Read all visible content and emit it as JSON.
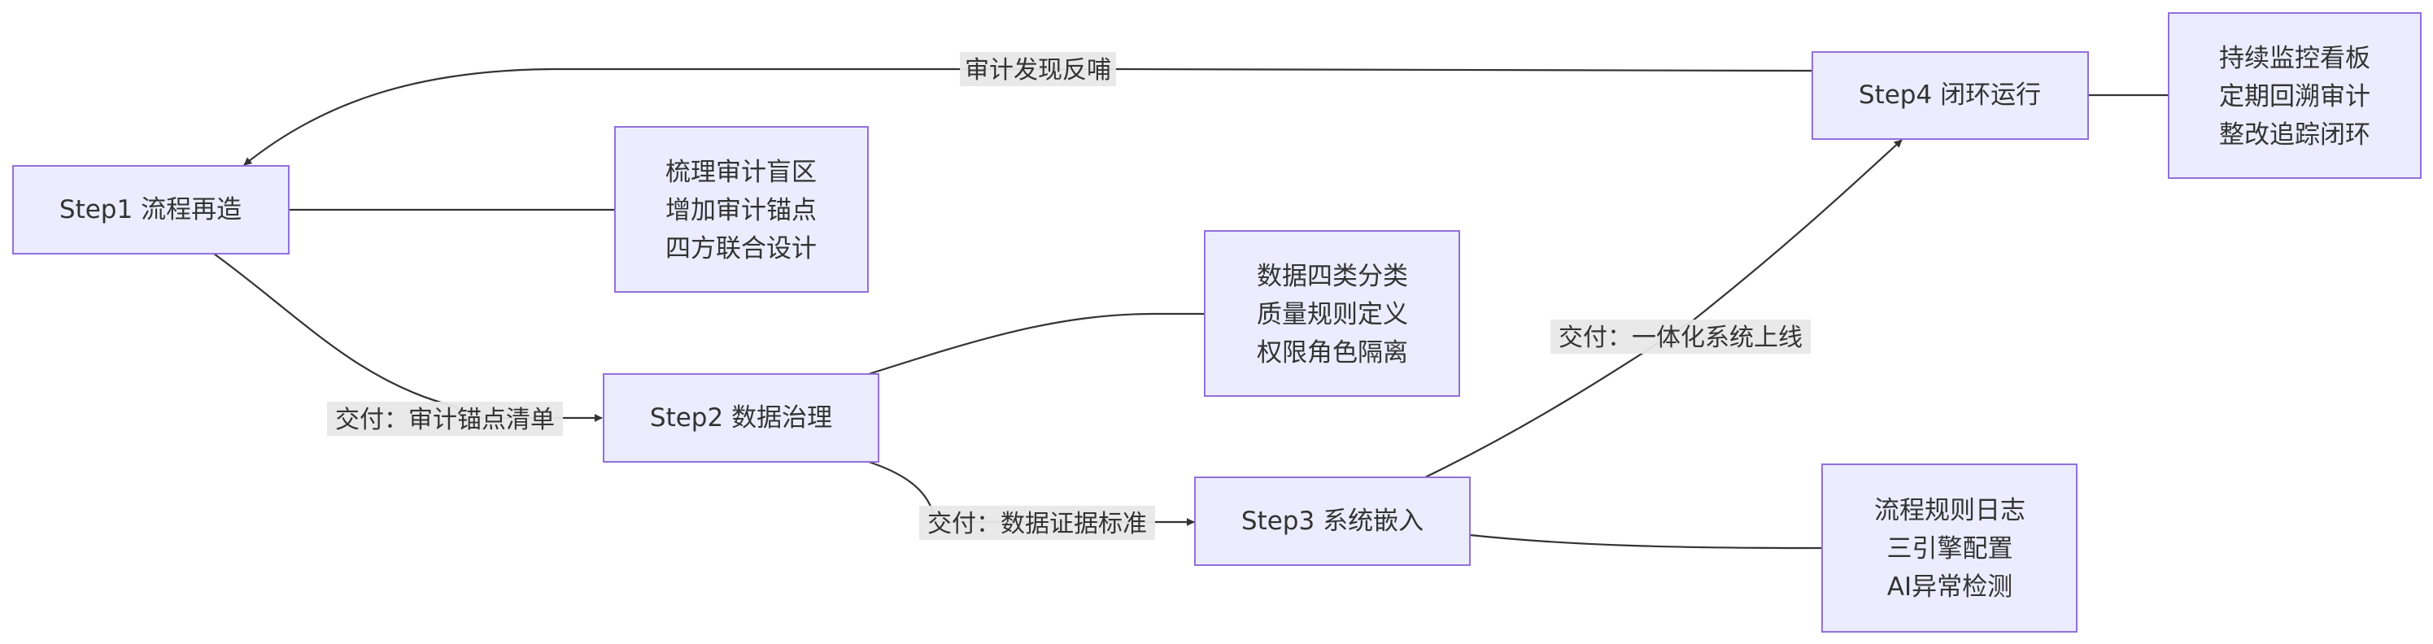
{
  "nodes": {
    "step1": {
      "label": "Step1 流程再造"
    },
    "step2": {
      "label": "Step2 数据治理"
    },
    "step3": {
      "label": "Step3 系统嵌入"
    },
    "step4": {
      "label": "Step4 闭环运行"
    },
    "detail1": {
      "lines": [
        "梳理审计盲区",
        "增加审计锚点",
        "四方联合设计"
      ]
    },
    "detail2": {
      "lines": [
        "数据四类分类",
        "质量规则定义",
        "权限角色隔离"
      ]
    },
    "detail3": {
      "lines": [
        "流程规则日志",
        "三引擎配置",
        "AI异常检测"
      ]
    },
    "detail4": {
      "lines": [
        "持续监控看板",
        "定期回溯审计",
        "整改追踪闭环"
      ]
    }
  },
  "edges": {
    "step1_step2": "交付：审计锚点清单",
    "step2_step3": "交付：数据证据标准",
    "step3_step4": "交付：一体化系统上线",
    "step4_step1": "审计发现反哺"
  }
}
